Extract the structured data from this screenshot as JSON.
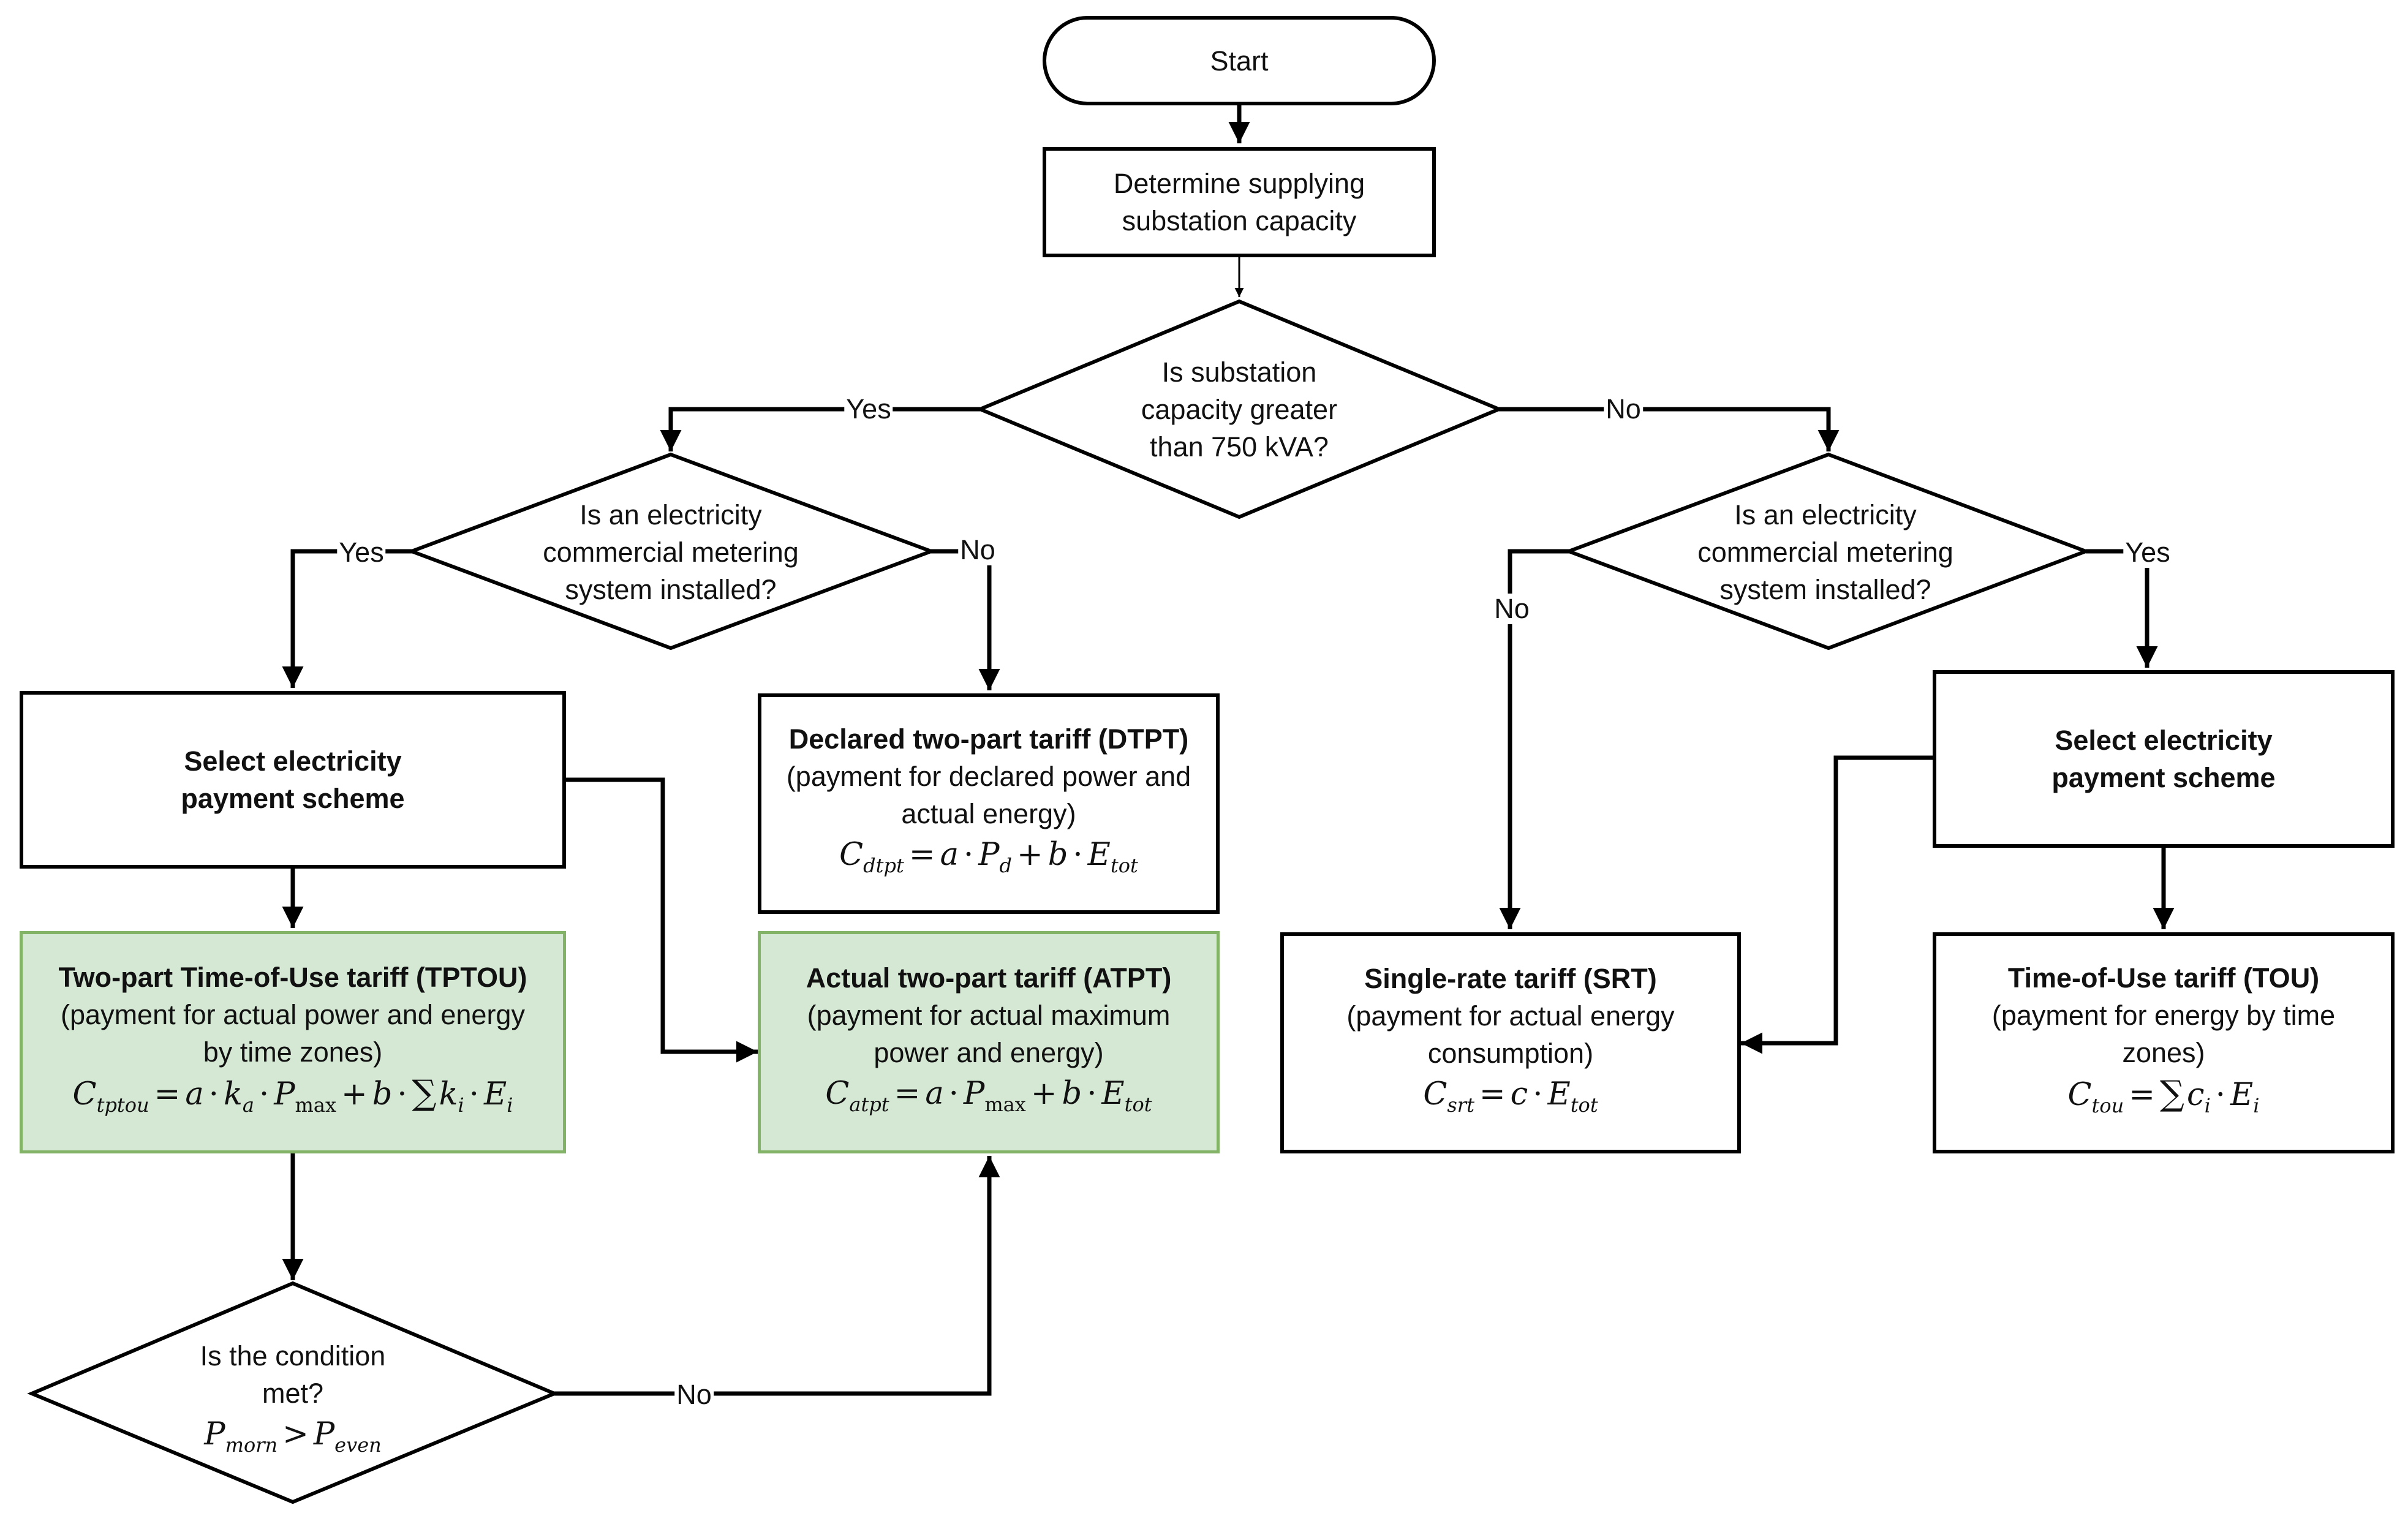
{
  "start": "Start",
  "determine": {
    "line1": "Determine supplying",
    "line2": "substation capacity"
  },
  "q_capacity": {
    "line1": "Is substation",
    "line2": "capacity greater",
    "line3": "than 750 kVA?"
  },
  "q_metering_left": {
    "line1": "Is an electricity",
    "line2": "commercial metering",
    "line3": "system installed?"
  },
  "q_metering_right": {
    "line1": "Is an electricity",
    "line2": "commercial metering",
    "line3": "system installed?"
  },
  "select_left": {
    "line1": "Select electricity",
    "line2": "payment scheme"
  },
  "select_right": {
    "line1": "Select electricity",
    "line2": "payment scheme"
  },
  "dtpt": {
    "title": "Declared two-part tariff (DTPT)",
    "desc1": "(payment for declared power and",
    "desc2": "actual energy)",
    "formula": "C_dtpt = a · P_d + b · E_tot"
  },
  "tptou": {
    "title": "Two-part Time-of-Use tariff (TPTOU)",
    "desc1": "(payment for actual power and energy",
    "desc2": "by time zones)",
    "formula": "C_tptou = a · k_a · P_max + b · ∑ k_i · E_i"
  },
  "atpt": {
    "title": "Actual two-part tariff (ATPT)",
    "desc1": "(payment for actual maximum",
    "desc2": "power and energy)",
    "formula": "C_atpt = a · P_max + b · E_tot"
  },
  "srt": {
    "title": "Single-rate tariff (SRT)",
    "desc1": "(payment for actual energy",
    "desc2": "consumption)",
    "formula": "C_srt = c · E_tot"
  },
  "tou": {
    "title": "Time-of-Use tariff (TOU)",
    "desc1": "(payment for energy by time",
    "desc2": "zones)",
    "formula": "C_tou = ∑ c_i · E_i"
  },
  "q_condition": {
    "line1": "Is the condition",
    "line2": "met?",
    "formula": "P_morn > P_even"
  },
  "labels": {
    "capacity_yes": "Yes",
    "capacity_no": "No",
    "left_yes": "Yes",
    "left_no": "No",
    "right_no": "No",
    "right_yes": "Yes",
    "condition_no": "No"
  },
  "colors": {
    "green_fill": "#d5e8d4",
    "green_border": "#82b366",
    "line": "#000000"
  }
}
